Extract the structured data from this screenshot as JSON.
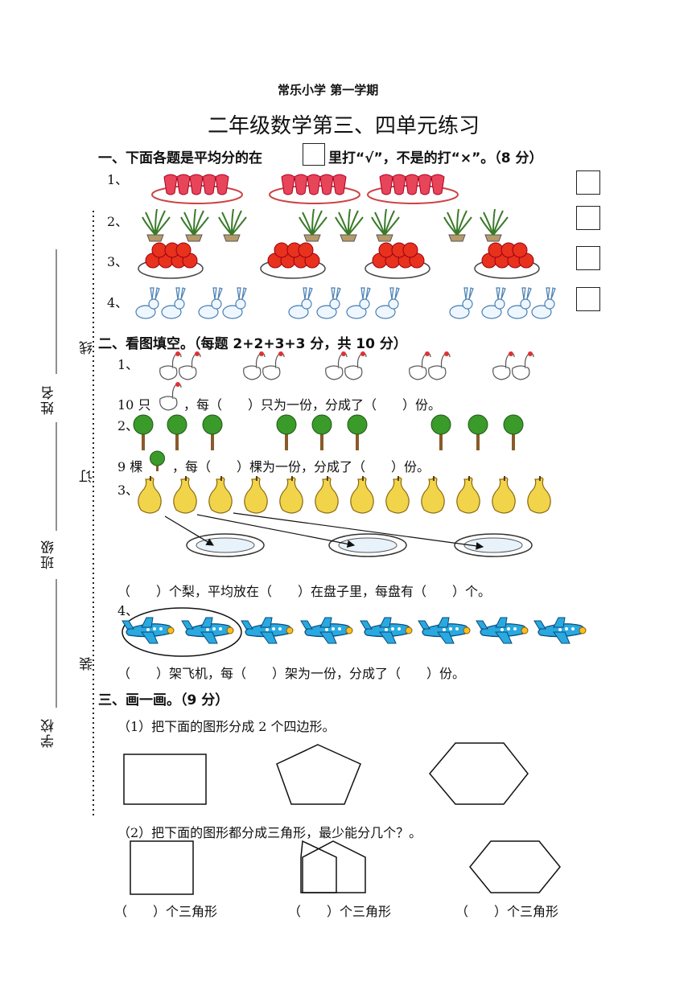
{
  "header": {
    "school_term": "常乐小学 第一学期",
    "title": "二年级数学第三、四单元练习"
  },
  "margin": {
    "name_label": "姓名",
    "class_label": "班级",
    "school_label": "学校",
    "line_char": "线",
    "ding_char": "订",
    "zhuang_char": "装"
  },
  "section1": {
    "heading_prefix": "一、下面各题是平均分的在",
    "heading_suffix": "里打“√”，不是的打“×”。（8 分）",
    "items": [
      {
        "num": "1、",
        "object": "strawberry-plates"
      },
      {
        "num": "2、",
        "object": "potted-plants"
      },
      {
        "num": "3、",
        "object": "tomato-plates"
      },
      {
        "num": "4、",
        "object": "rabbit-groups"
      }
    ]
  },
  "section2": {
    "heading": "二、看图填空。（每题 2+2+3+3 分，共 10 分）",
    "q1_num": "1、",
    "q1_pre": "10 只",
    "q1_post": "，每（　　）只为一份，分成了（　　）份。",
    "q2_num": "2、",
    "q2_pre": "9 棵",
    "q2_post": "，每（　　）棵为一份，分成了（　　）份。",
    "q3_num": "3、",
    "q3_text": "（　　）个梨，平均放在（　　）在盘子里，每盘有（　　）个。",
    "q4_num": "4、",
    "q4_text": "（　　）架飞机，每（　　）架为一份，分成了（　　）份。"
  },
  "section3": {
    "heading": "三、画一画。（9 分）",
    "p1": "（1）把下面的图形分成 2 个四边形。",
    "p2": "（2）把下面的图形都分成三角形，最少能分几个？。",
    "answers": [
      "（　　）个三角形",
      "（　　）个三角形",
      "（　　）个三角形"
    ]
  },
  "colors": {
    "plane": "#29a9e0",
    "tree": "#3a9a2a",
    "pear": "#f1d44a",
    "tomato": "#e8321e",
    "strawberry": "#e8445a"
  }
}
